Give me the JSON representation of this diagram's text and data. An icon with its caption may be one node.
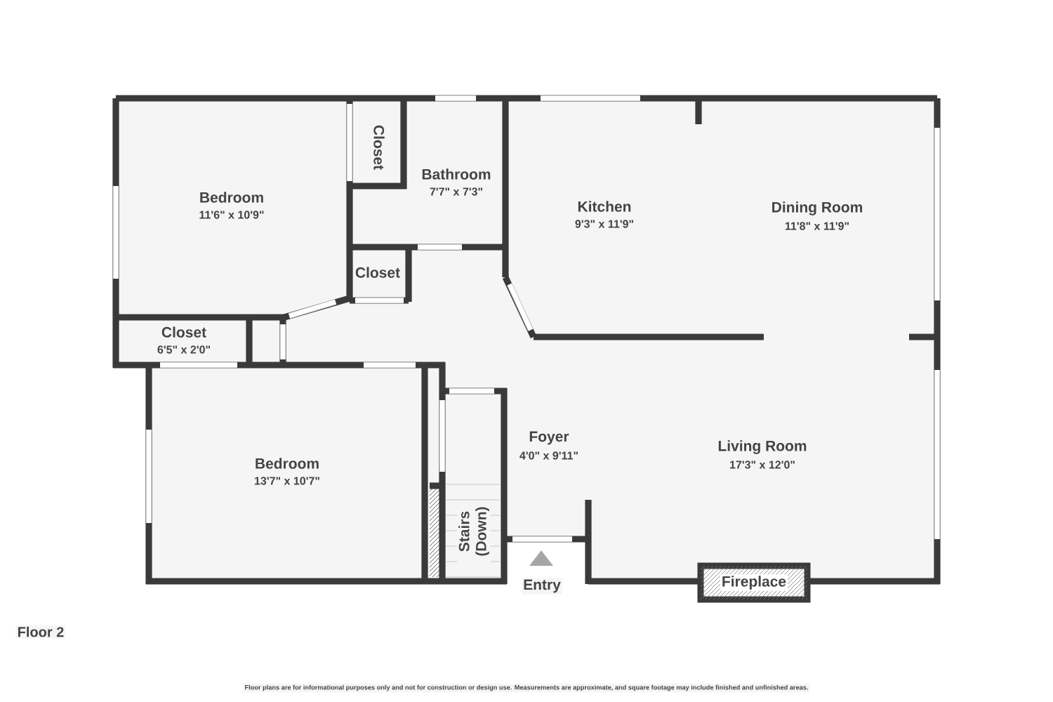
{
  "diagram": {
    "nodes": [
      {
        "text": [
          "Fireplace"
        ]
      }
    ],
    "labels": [
      "Closet",
      "Bathroom",
      "7'7\" x 7'3\"",
      "Bedroom",
      "11'6\" x 10'9\"",
      "Kitchen",
      "9'3\" x 11'9\"",
      "Dining Room",
      "11'8\" x 11'9\"",
      "Closet",
      "Closet",
      "6'5\" x 2'0\"",
      "Foyer",
      "4'0\" x 9'11\"",
      "Living Room",
      "17'3\" x 12'0\"",
      "Bedroom",
      "13'7\" x 10'7\"",
      "Stairs (Down)",
      "Entry",
      "Floor 2",
      "Floor plans are for informational purposes only and not for construction or design use. Measurements are approximate, and square footage may include finished and unfinished areas."
    ]
  }
}
